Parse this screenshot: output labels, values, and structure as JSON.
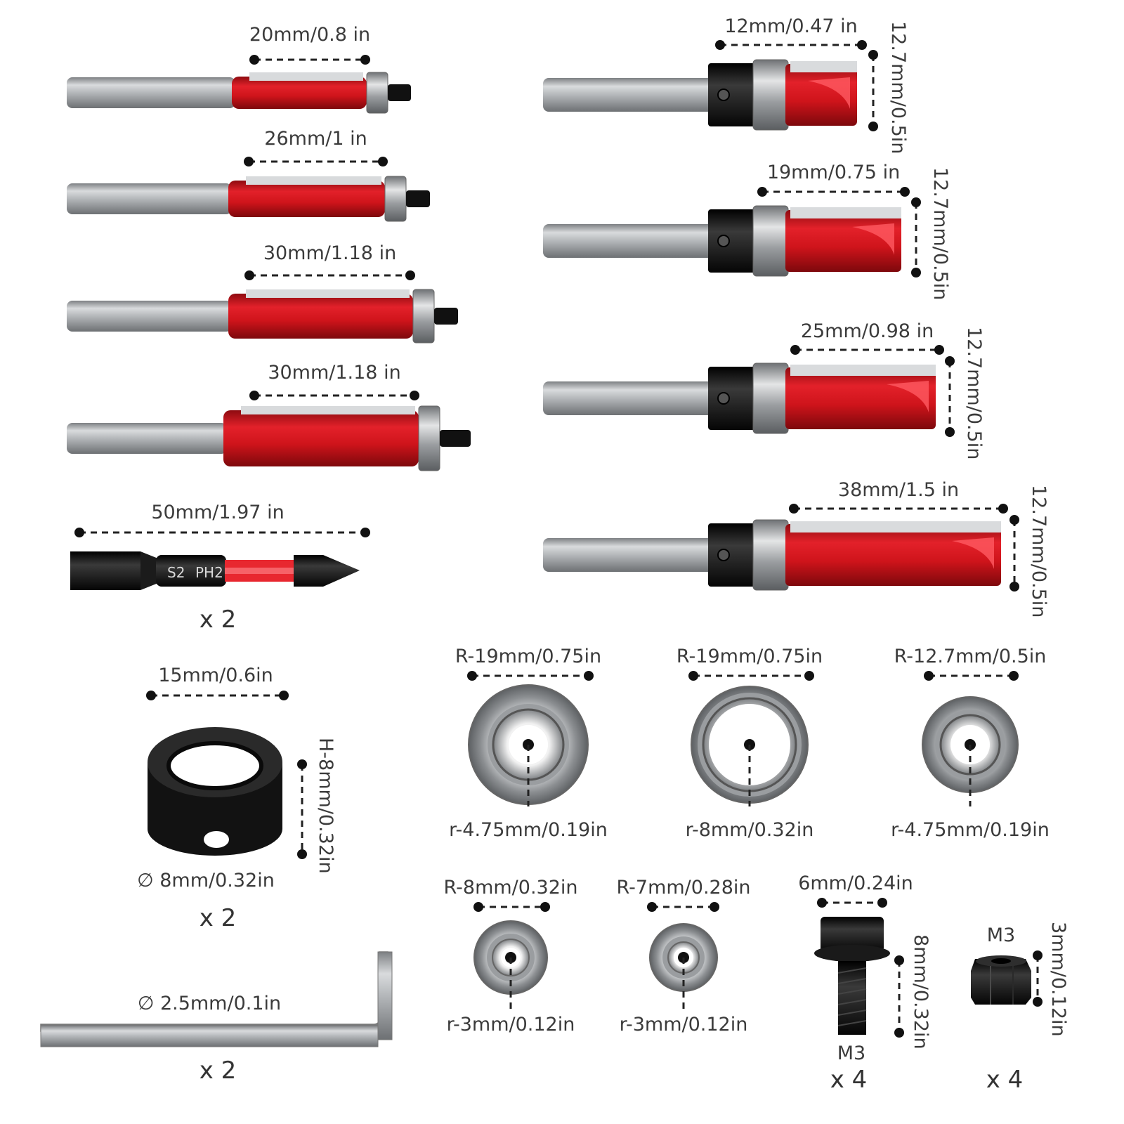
{
  "colors": {
    "red": "#d6141b",
    "dark_red": "#9e0d12",
    "steel": "#a9acaf",
    "black": "#141414",
    "text": "#3b3b3b"
  },
  "router_bits_left": [
    {
      "label": "20mm/0.8 in"
    },
    {
      "label": "26mm/1 in"
    },
    {
      "label": "30mm/1.18 in"
    },
    {
      "label": "30mm/1.18 in"
    }
  ],
  "router_bits_right": [
    {
      "label": "12mm/0.47 in",
      "height_label": "12.7mm/0.5in"
    },
    {
      "label": "19mm/0.75 in",
      "height_label": "12.7mm/0.5in"
    },
    {
      "label": "25mm/0.98 in",
      "height_label": "12.7mm/0.5in"
    },
    {
      "label": "38mm/1.5 in",
      "height_label": "12.7mm/0.5in"
    }
  ],
  "screwdriver_bit": {
    "label": "50mm/1.97 in",
    "text1": "S2",
    "text2": "PH2",
    "qty": "x 2"
  },
  "collar": {
    "width_label": "15mm/0.6in",
    "height_label": "H-8mm/0.32in",
    "hole_label": "∅ 8mm/0.32in",
    "qty": "x 2"
  },
  "bearings_large": [
    {
      "outer": "R-19mm/0.75in",
      "inner": "r-4.75mm/0.19in"
    },
    {
      "outer": "R-19mm/0.75in",
      "inner": "r-8mm/0.32in"
    },
    {
      "outer": "R-12.7mm/0.5in",
      "inner": "r-4.75mm/0.19in"
    }
  ],
  "bearings_small": [
    {
      "outer": "R-8mm/0.32in",
      "inner": "r-3mm/0.12in"
    },
    {
      "outer": "R-7mm/0.28in",
      "inner": "r-3mm/0.12in"
    }
  ],
  "hex_key": {
    "label": "∅ 2.5mm/0.1in",
    "qty": "x 2"
  },
  "screw": {
    "width_label": "6mm/0.24in",
    "height_label": "8mm/0.32in",
    "name": "M3",
    "qty": "x 4"
  },
  "nut": {
    "name": "M3",
    "height_label": "3mm/0.12in",
    "qty": "x 4"
  }
}
